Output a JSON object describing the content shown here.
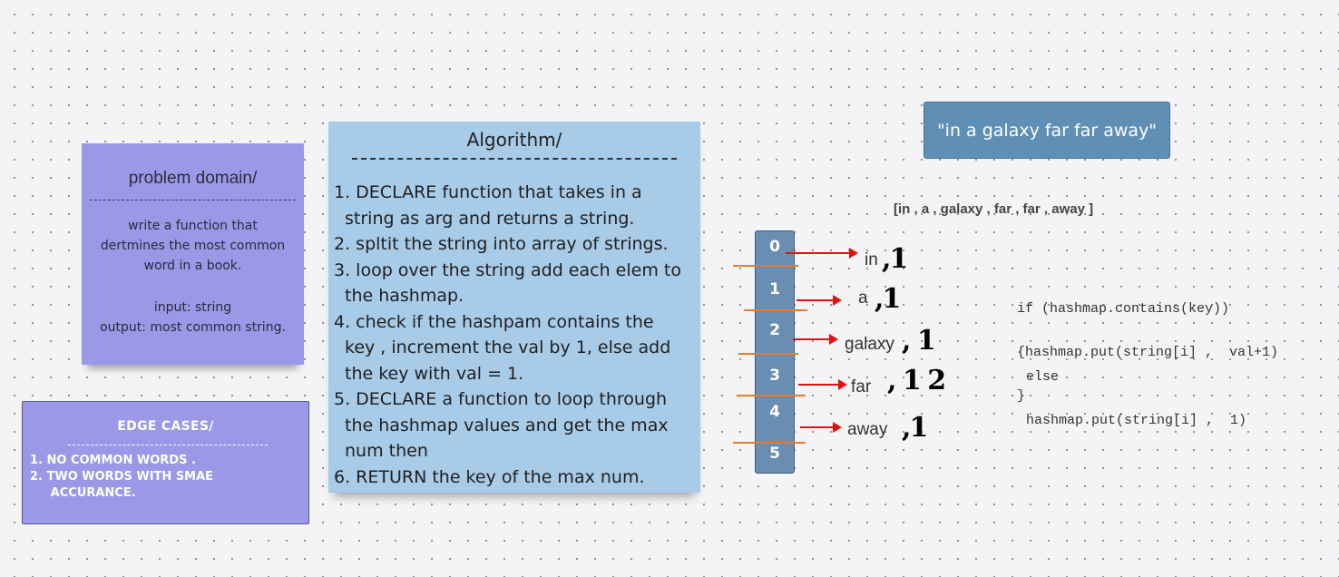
{
  "problem": {
    "title": "problem domain/",
    "description": [
      "write a function that",
      "dertmines the most common",
      "word in a book."
    ],
    "input": "input: string",
    "output": "output: most common string."
  },
  "edge_cases": {
    "title": "EDGE CASES/",
    "items": [
      "1.  NO COMMON WORDS .",
      "2.  TWO WORDS WITH SMAE",
      "     ACCURANCE."
    ]
  },
  "algorithm": {
    "title": "Algorithm/",
    "lines": [
      "1. DECLARE function that takes in a",
      " string as arg and returns a string.",
      "2. spltit the string into array of strings.",
      "3. loop over the string add each elem to",
      " the hashmap.",
      "4. check if the hashpam contains the",
      " key , increment the val by 1, else add",
      " the key with val = 1.",
      "5. DECLARE a function to loop through",
      " the hashmap values and get the max",
      " num then",
      "6. RETURN the key of the max num."
    ]
  },
  "sentence": "\"in a galaxy far far away\"",
  "array_text": "[in ,  a , galaxy , far , far , away ]",
  "hashmap": {
    "indices": [
      "0",
      "1",
      "2",
      "3",
      "4",
      "5"
    ],
    "entries": [
      {
        "word": "in",
        "count": ",1"
      },
      {
        "word": "a",
        "count": ",1"
      },
      {
        "word": "galaxy",
        "count": ", 1"
      },
      {
        "word": "far",
        "count": ", 1 2"
      },
      {
        "word": "away",
        "count": ",1"
      }
    ]
  },
  "code": {
    "if_lines": [
      "if (hashmap.contains(key))",
      "{hashmap.put(string[i] ,  val+1)",
      "}"
    ],
    "else_lines": [
      "else",
      "hashmap.put(string[i] ,  1)"
    ]
  },
  "colors": {
    "note_purple": "#9b98e8",
    "note_blue": "#a8cbe8",
    "banner_blue": "#5f8fb5",
    "arrow_red": "#e01212",
    "separator_orange": "#e87a2a"
  }
}
